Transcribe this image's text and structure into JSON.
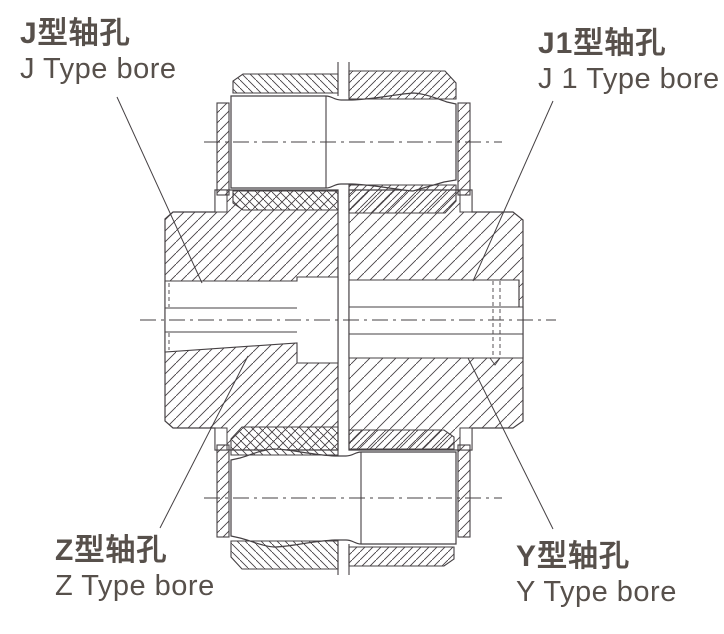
{
  "diagram_title": "coupling-bore-types-cross-section",
  "labels": {
    "j": {
      "zh": "J型轴孔",
      "en": "J   Type bore"
    },
    "j1": {
      "zh": "J1型轴孔",
      "en": "J 1  Type bore"
    },
    "z": {
      "zh": "Z型轴孔",
      "en": "Z   Type bore"
    },
    "y": {
      "zh": "Y型轴孔",
      "en": "Y   Type bore"
    }
  },
  "colors": {
    "line": "#454043",
    "text": "#57504b",
    "background": "#ffffff"
  }
}
